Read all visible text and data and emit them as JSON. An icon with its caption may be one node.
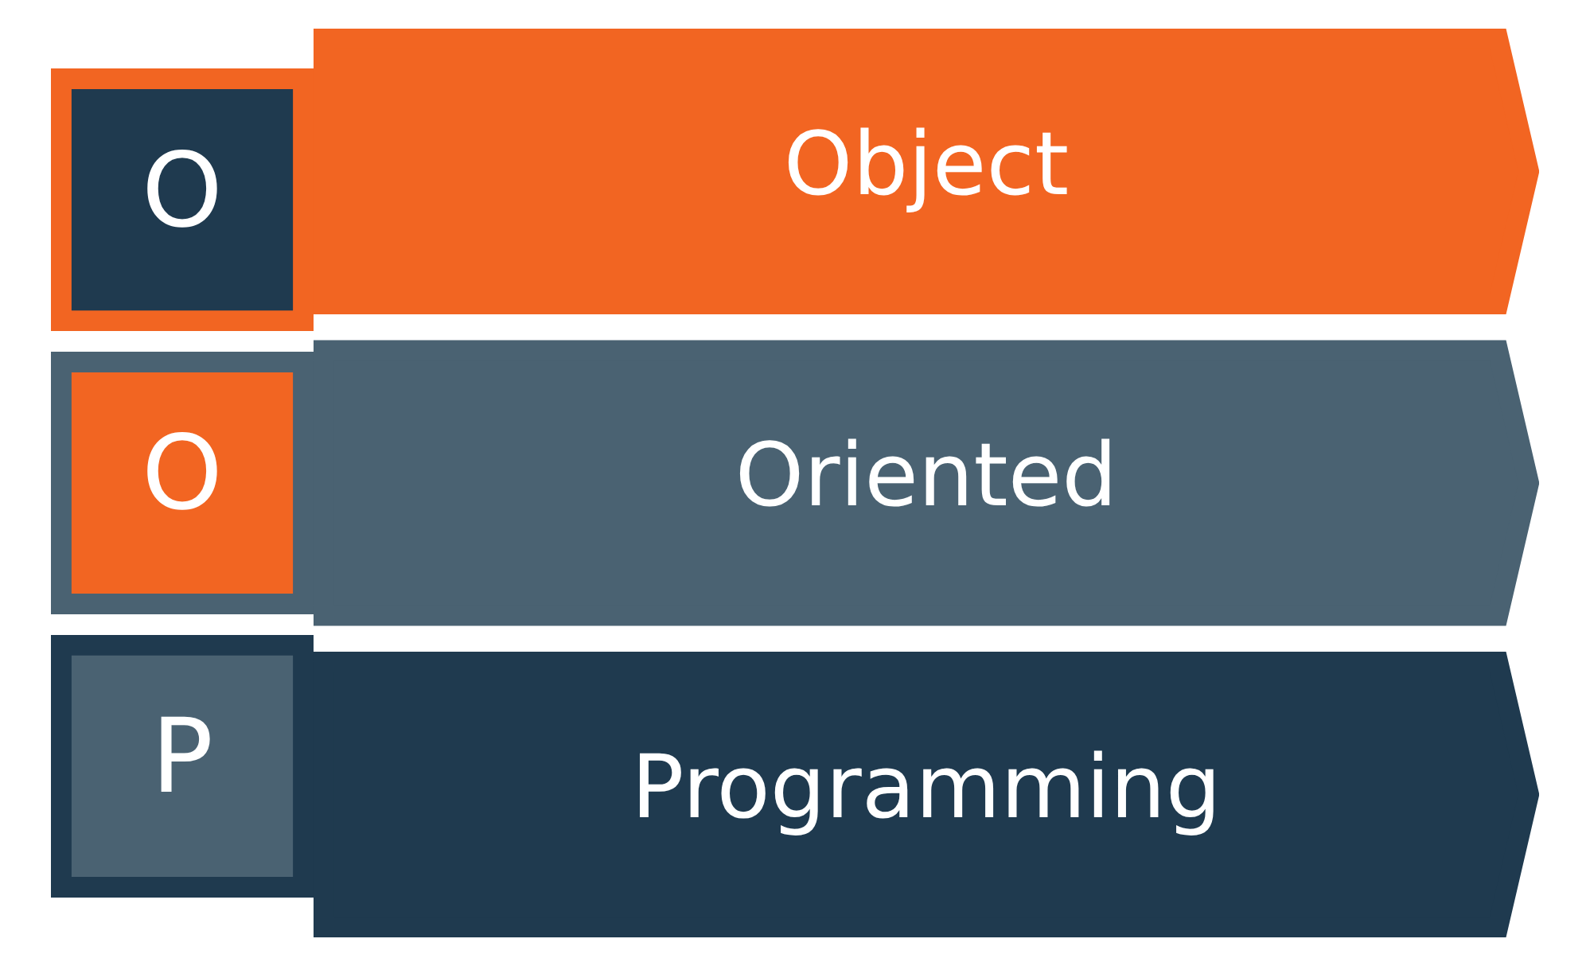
{
  "diagram": {
    "nodes": [
      {
        "text": [
          "O"
        ]
      },
      {
        "text": [
          "Object"
        ]
      },
      {
        "text": [
          "O"
        ]
      },
      {
        "text": [
          "Oriented"
        ]
      },
      {
        "text": [
          "P"
        ]
      },
      {
        "text": [
          "Programming"
        ]
      }
    ]
  }
}
